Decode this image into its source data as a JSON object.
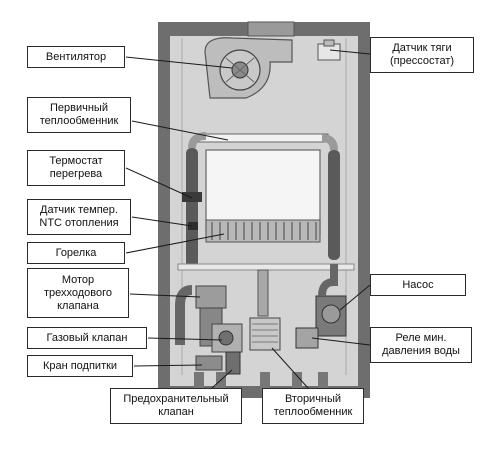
{
  "colors": {
    "casing": "#6e6e6e",
    "interior": "#d6d6d6",
    "label_border": "#2b2b2b",
    "leader_line": "#1a1a1a"
  },
  "labels": {
    "fan": "Вентилятор",
    "draft_sensor": "Датчик тяги\n(прессостат)",
    "primary_heat_exchanger": "Первичный\nтеплообменник",
    "overheat_thermostat": "Термостат\nперегрева",
    "ntc_sensor": "Датчик темпер.\nNTC отопления",
    "burner": "Горелка",
    "three_way_valve_motor": "Мотор\nтрехходового\nклапана",
    "pump": "Насос",
    "gas_valve": "Газовый клапан",
    "min_pressure_relay": "Реле мин.\nдавления воды",
    "fill_tap": "Кран подпитки",
    "safety_valve": "Предохранительный\nклапан",
    "secondary_heat_exchanger": "Вторичный\nтеплообменник"
  }
}
